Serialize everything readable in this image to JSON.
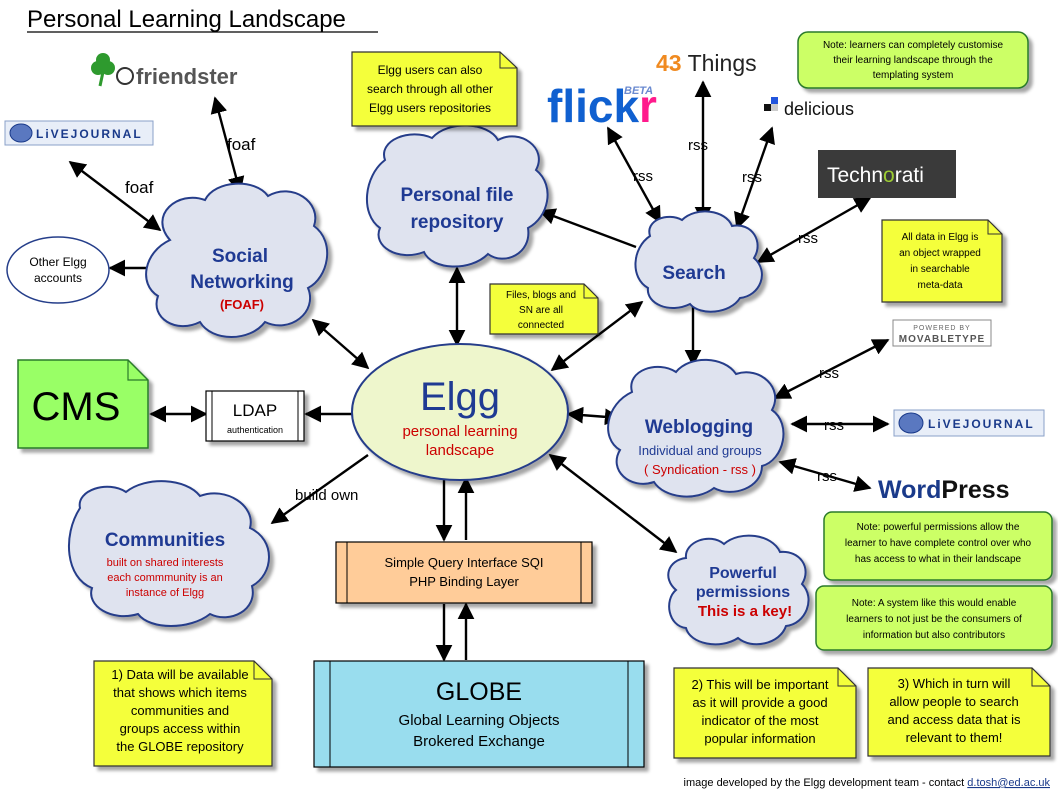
{
  "title": "Personal Learning Landscape",
  "center": {
    "name": "Elgg",
    "sub1": "personal learning",
    "sub2": "landscape"
  },
  "nodes": {
    "social": {
      "l1": "Social",
      "l2": "Networking",
      "l3": "(FOAF)"
    },
    "repo": {
      "l1": "Personal file",
      "l2": "repository"
    },
    "search": {
      "l1": "Search"
    },
    "weblog": {
      "l1": "Weblogging",
      "l2": "Individual and groups",
      "l3": "( Syndication - rss )"
    },
    "communities": {
      "l1": "Communities",
      "l2": "built on shared interests",
      "l3": "each commmunity is an",
      "l4": "instance of Elgg"
    },
    "permissions": {
      "l1": "Powerful",
      "l2": "permissions",
      "l3": "This is a key!"
    },
    "cms": "CMS",
    "ldap": {
      "l1": "LDAP",
      "l2": "authentication"
    },
    "sqi": {
      "l1": "Simple Query Interface SQI",
      "l2": "PHP Binding Layer"
    },
    "globe": {
      "l1": "GLOBE",
      "l2": "Global Learning Objects",
      "l3": "Brokered Exchange"
    },
    "other_elgg": {
      "l1": "Other Elgg",
      "l2": "accounts"
    }
  },
  "logos": {
    "friendster": "friendster",
    "livejournal": "LiVEJOURNAL",
    "flickr_a": "flick",
    "flickr_b": "r",
    "flickr_beta": "BETA",
    "things_num": "43",
    "things_word": "Things",
    "delicious": "delicious",
    "technorati_a": "Techn",
    "technorati_b": "o",
    "technorati_c": "rati",
    "movable_a": "POWERED BY",
    "movable_b": "MOVABLETYPE",
    "livejournal2": "LiVEJOURNAL",
    "wordpress_a": "Word",
    "wordpress_b": "Press"
  },
  "edge_labels": {
    "foaf1": "foaf",
    "foaf2": "foaf",
    "rss_flickr": "rss",
    "rss_43": "rss",
    "rss_delicious": "rss",
    "rss_technorati": "rss",
    "rss_movable": "rss",
    "rss_lj": "rss",
    "rss_wp": "rss",
    "build_own": "build own"
  },
  "notes": {
    "elgg_users": [
      "Elgg users can also",
      "search through all other",
      "Elgg users repositories"
    ],
    "customise": [
      "Note: learners can completely customise",
      "their learning landscape through the",
      "templating system"
    ],
    "all_data": [
      "All data in Elgg is",
      "an object wrapped",
      "in searchable",
      "meta-data"
    ],
    "files_blogs": [
      "Files, blogs and",
      "SN are all",
      "connected"
    ],
    "powerful_perm": [
      "Note: powerful permissions allow the",
      "learner to have complete control over who",
      "has access to what in their landscape"
    ],
    "system_like": [
      "Note: A system like this would enable",
      "learners to not just be the consumers of",
      "information but also contributors"
    ],
    "note1": [
      "1) Data will be available",
      "that shows which items",
      "communities and",
      "groups access within",
      "the GLOBE repository"
    ],
    "note2": [
      "2) This will be important",
      "as it will provide a good",
      "indicator of the most",
      "popular information"
    ],
    "note3": [
      "3) Which in turn will",
      "allow people to search",
      "and access data that is",
      "relevant to them!"
    ]
  },
  "footer": {
    "text": "image developed by the Elgg development team - contact ",
    "email": "d.tosh@ed.ac.uk"
  },
  "colors": {
    "cloud_fill": "#dfe3ef",
    "cloud_stroke": "#253e8a",
    "note_yellow": "#f4ff3a",
    "note_green": "#ccff66",
    "cms_green": "#99ff66",
    "sqi_peach": "#ffcc99",
    "globe_blue": "#99ddee",
    "center_fill": "#eef6cc",
    "title_blue": "#1f3a93",
    "red": "#cc0000"
  }
}
